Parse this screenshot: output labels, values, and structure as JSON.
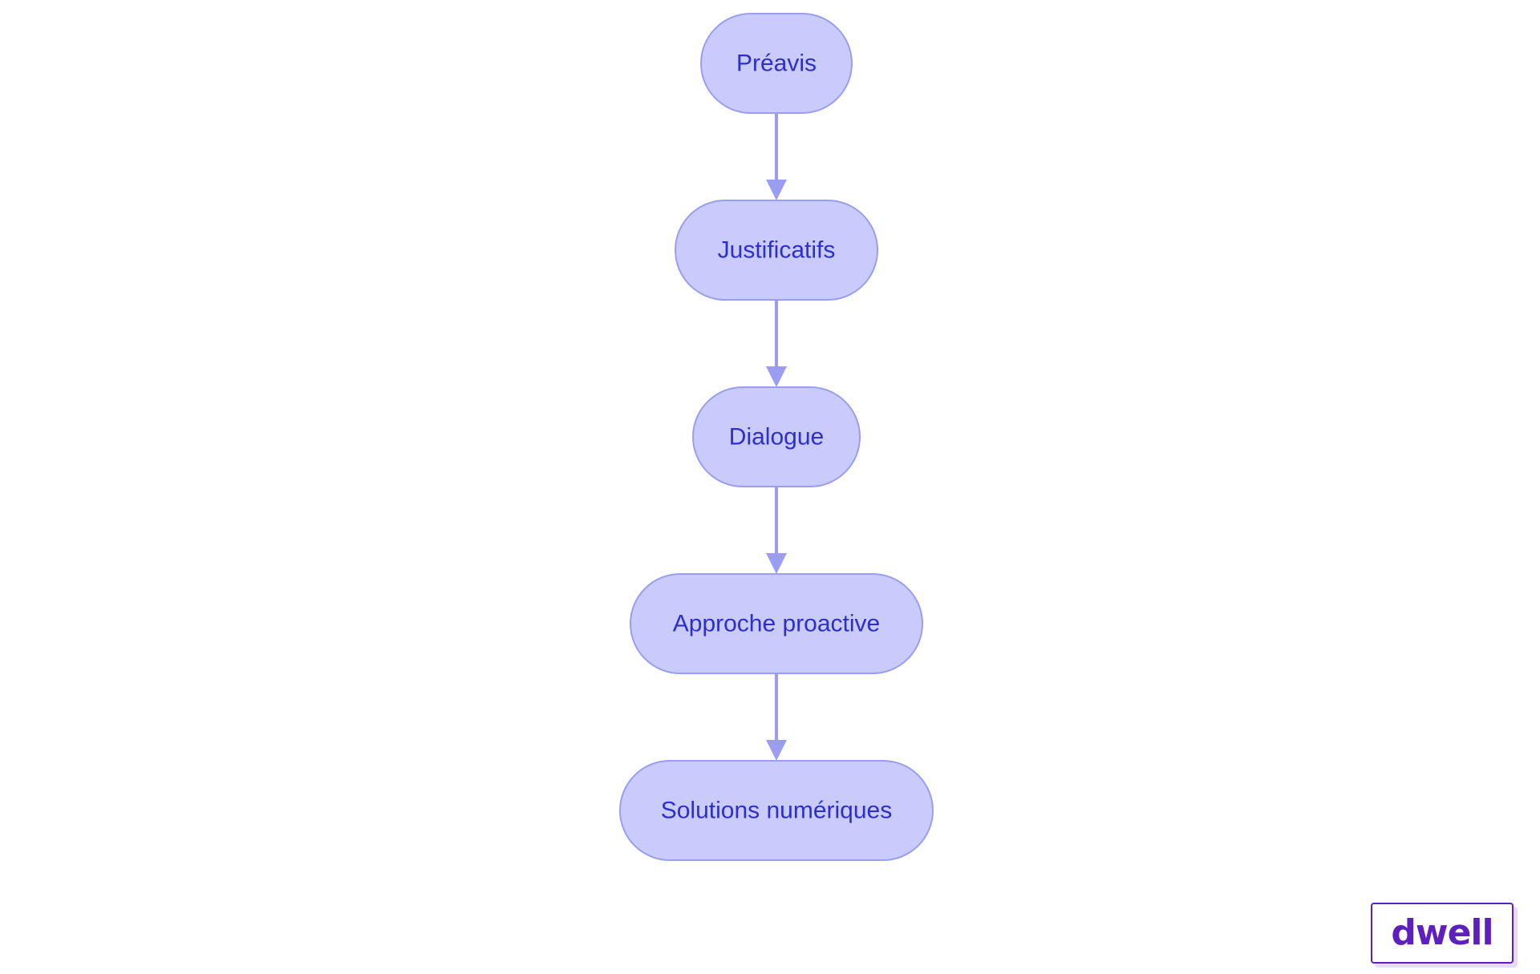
{
  "diagram": {
    "nodes": [
      {
        "id": "preavis",
        "label": "Préavis"
      },
      {
        "id": "justificatifs",
        "label": "Justificatifs"
      },
      {
        "id": "dialogue",
        "label": "Dialogue"
      },
      {
        "id": "approche",
        "label": "Approche proactive"
      },
      {
        "id": "solutions",
        "label": "Solutions numériques"
      }
    ],
    "edges": [
      {
        "from": "preavis",
        "to": "justificatifs"
      },
      {
        "from": "justificatifs",
        "to": "dialogue"
      },
      {
        "from": "dialogue",
        "to": "approche"
      },
      {
        "from": "approche",
        "to": "solutions"
      }
    ]
  },
  "logo": {
    "text": "dwell",
    "color": "#5e1fbe"
  },
  "colors": {
    "node_fill": "#cacbfd",
    "node_stroke": "#9a9df2",
    "node_text": "#2d2fc8",
    "edge": "#9a9df2"
  }
}
